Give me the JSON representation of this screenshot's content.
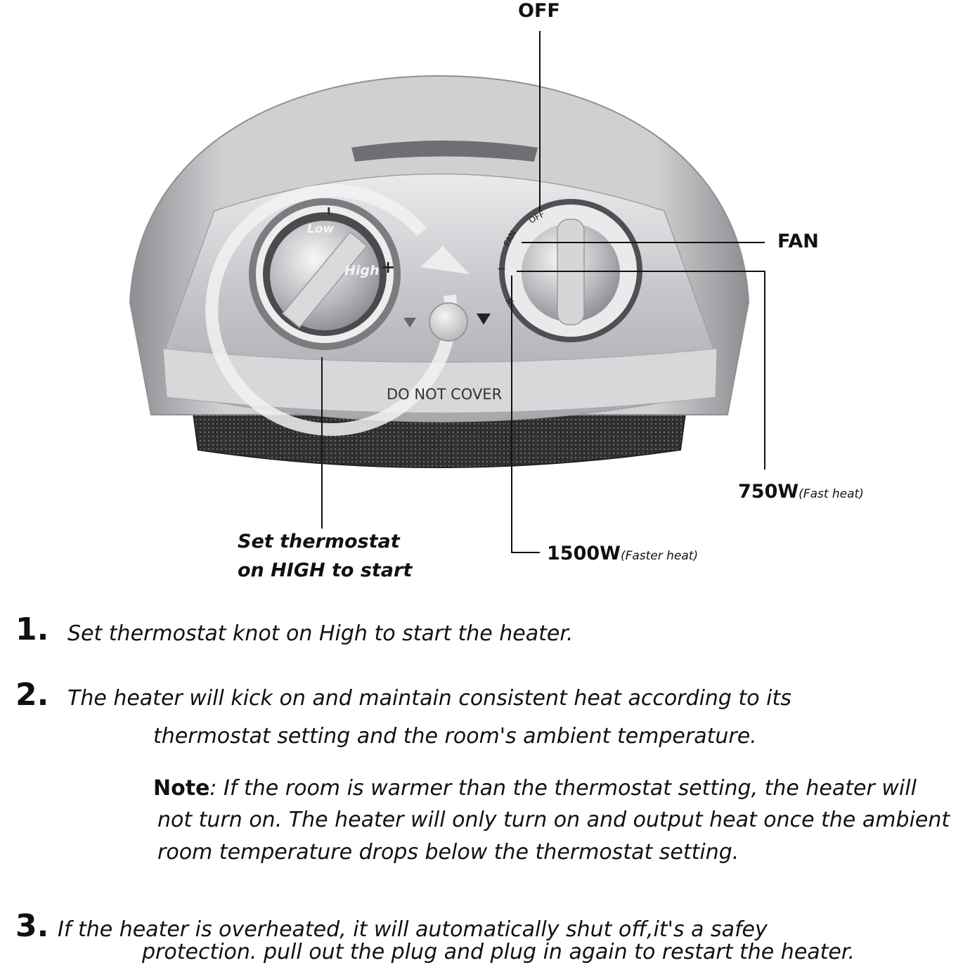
{
  "callouts": {
    "off": "OFF",
    "fan": "FAN",
    "w750": "750W",
    "w750_note": "(Fast heat)",
    "w1500": "1500W",
    "w1500_note": "(Faster heat)",
    "thermostat_line1": "Set thermostat",
    "thermostat_line2": "on HIGH to start"
  },
  "device": {
    "do_not_cover": "DO NOT COVER",
    "thermostat_low": "Low",
    "thermostat_high": "High",
    "thermostat_plus": "+",
    "thermostat_mark": "I",
    "fan_dial_off": "OFF",
    "fan_dial_fan": "FAN",
    "fan_dial_one": "I",
    "fan_dial_two": "II",
    "body_color": "#c9cacc",
    "grille_color": "#3a3a3a"
  },
  "steps": [
    {
      "num": "1.",
      "lines": [
        "Set thermostat knot on High to start the heater."
      ]
    },
    {
      "num": "2.",
      "lines": [
        "The heater will kick on and maintain consistent heat according to its",
        "thermostat setting and the room's ambient temperature."
      ]
    },
    {
      "num": "3.",
      "lines": [
        "If the heater is overheated, it will automatically shut off,it's a safey",
        "protection. pull out the plug and plug in again to restart the heater."
      ]
    }
  ],
  "note": {
    "label": "Note",
    "text_line1": ": If the room is warmer than the thermostat setting, the heater will",
    "text_line2": "not turn on. The heater will only turn on and output heat once the ambient",
    "text_line3": "room temperature drops below the thermostat setting."
  }
}
